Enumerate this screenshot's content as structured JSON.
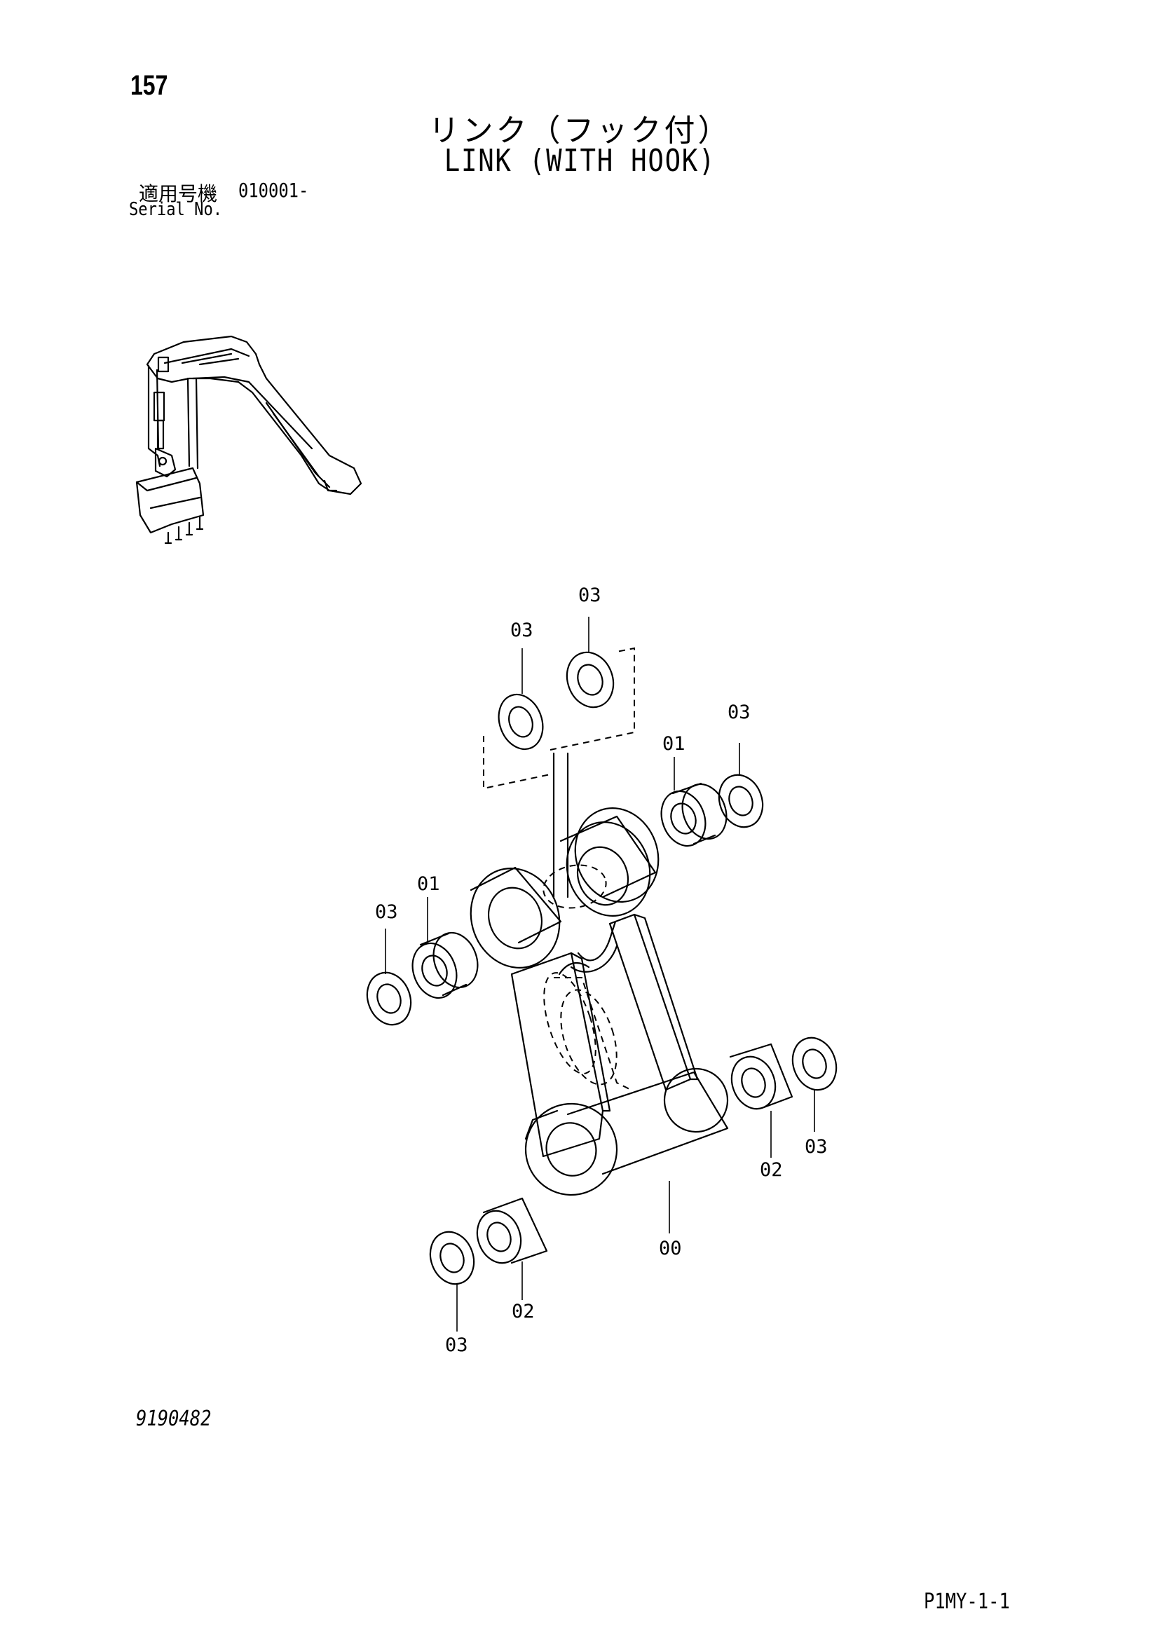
{
  "header": {
    "page_number": "157",
    "title_jp": "リンク（フック付）",
    "title_en": "LINK (WITH HOOK)",
    "serial_label_jp": "適用号機",
    "serial_value": "010001-",
    "serial_label_en": "Serial No."
  },
  "callouts": {
    "c1": "03",
    "c2": "03",
    "c3": "03",
    "c4": "01",
    "c5": "01",
    "c6": "03",
    "c7": "03",
    "c8": "02",
    "c9": "00",
    "c10": "02",
    "c11": "03"
  },
  "footer": {
    "drawing_number": "9190482",
    "page_code": "P1MY-1-1"
  }
}
